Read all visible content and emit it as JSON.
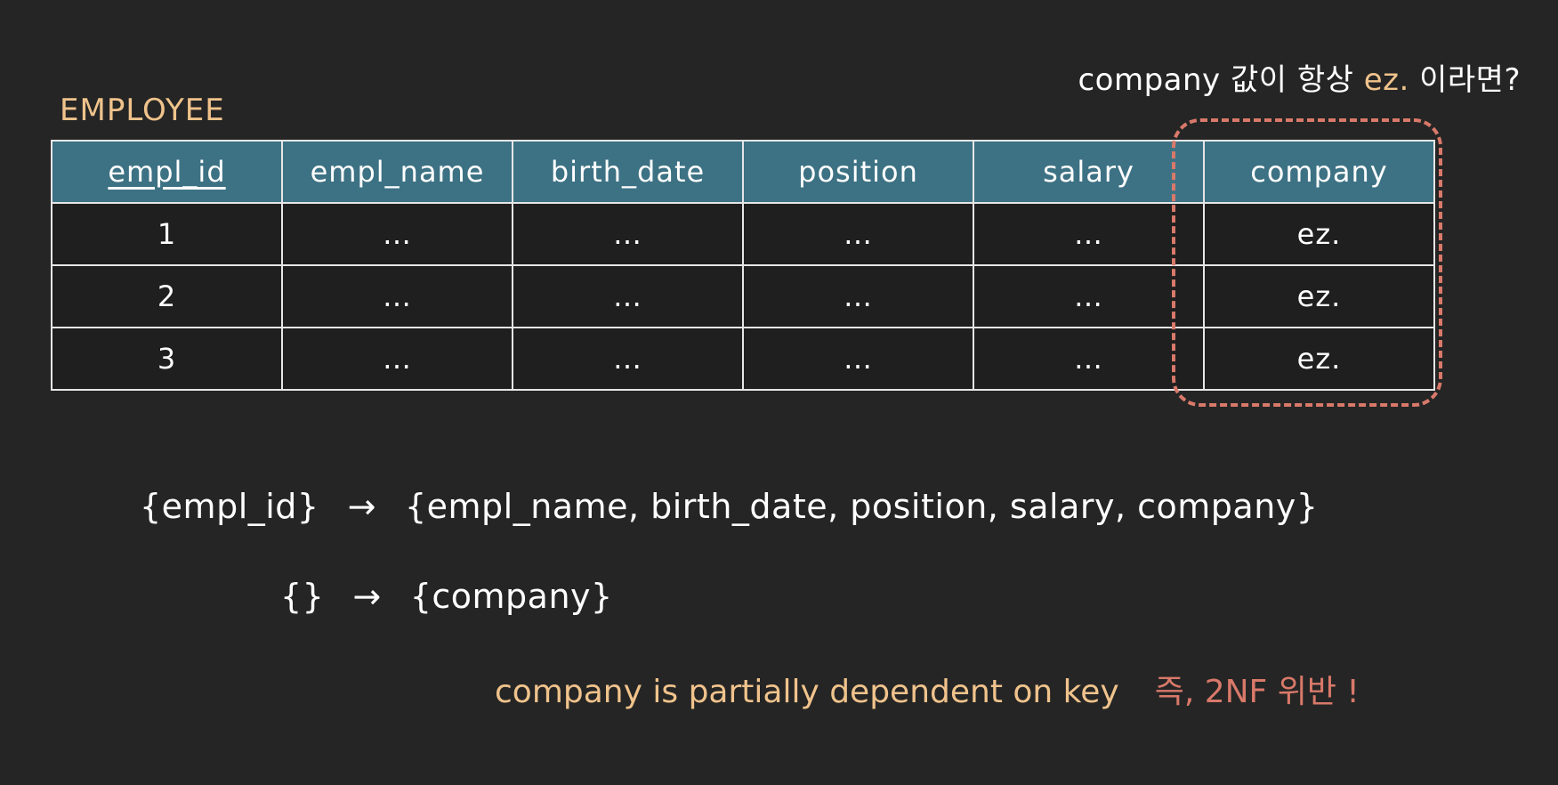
{
  "question": {
    "pre": "company 값이 항상 ",
    "accent": "ez.",
    "post": " 이라면?"
  },
  "table": {
    "title": "EMPLOYEE",
    "headers": [
      "empl_id",
      "empl_name",
      "birth_date",
      "position",
      "salary",
      "company"
    ],
    "rows": [
      [
        "1",
        "…",
        "…",
        "…",
        "…",
        "ez."
      ],
      [
        "2",
        "…",
        "…",
        "…",
        "…",
        "ez."
      ],
      [
        "3",
        "…",
        "…",
        "…",
        "…",
        "ez."
      ]
    ],
    "highlight_color": "#d9796a",
    "header_color": "#3d7284"
  },
  "dependencies": [
    {
      "lhs": "{empl_id}",
      "arrow": "→",
      "rhs": "{empl_name,  birth_date,  position,  salary,  company}"
    },
    {
      "lhs": "{}",
      "arrow": "→",
      "rhs": "{company}"
    }
  ],
  "conclusion": {
    "description": "company is partially dependent on key",
    "verdict": "즉, 2NF 위반 !"
  }
}
